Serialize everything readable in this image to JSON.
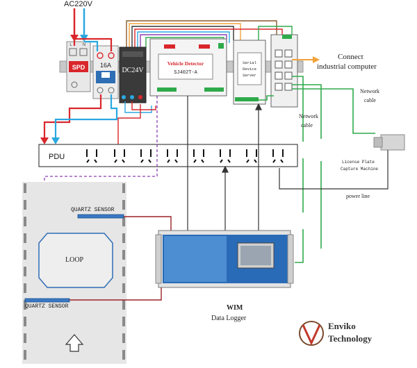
{
  "power": {
    "ac_label": "AC220V",
    "line_label": "L",
    "neutral_label": "N",
    "spd_label": "SPD",
    "breaker_label": "16A",
    "psu_label": "DC24V"
  },
  "vehicle_detector": {
    "title": "Vehicle Detector",
    "model": "SJ402T-A"
  },
  "serial_server": {
    "line1": "Serial",
    "line2": "Device",
    "line3": "Server"
  },
  "connect": {
    "line1": "Connect",
    "line2": "industrial computer"
  },
  "network_cable_right": {
    "line1": "Network",
    "line2": "cable"
  },
  "network_cable_mid": {
    "line1": "Network",
    "line2": "cable"
  },
  "camera": {
    "line1": "License Plate",
    "line2": "Capture Machine"
  },
  "power_line_label": "power line",
  "pdu_label": "PDU",
  "lane": {
    "quartz_top": "QUARTZ SENSOR",
    "quartz_bottom": "QUARTZ SENSOR",
    "loop_label": "LOOP"
  },
  "wim": {
    "line1": "WIM",
    "line2": "Data Logger"
  },
  "brand": {
    "line1": "Enviko",
    "line2": "Technology"
  },
  "colors": {
    "red": "#d9262b",
    "blue": "#2aa8e0",
    "green": "#2faa4b",
    "purple": "#8b3fb3",
    "brown": "#8a5a2b",
    "orange": "#f2a23a",
    "dark": "#333333"
  }
}
